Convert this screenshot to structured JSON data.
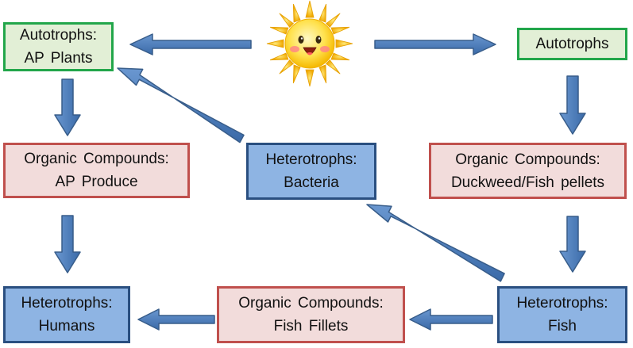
{
  "diagram": {
    "nodes": {
      "autotrophs_ap_plants": {
        "line1": "Autotrophs:",
        "line2": "AP Plants",
        "color": "#22a64a"
      },
      "autotrophs_right": {
        "line1": "Autotrophs",
        "color": "#22a64a"
      },
      "organic_ap_produce": {
        "line1": "Organic  Compounds:",
        "line2": "AP Produce",
        "color": "#c0504d"
      },
      "heterotrophs_bacteria": {
        "line1": "Heterotrophs:",
        "line2": "Bacteria",
        "color": "#2a4f80"
      },
      "organic_duckweed": {
        "line1": "Organic  Compounds:",
        "line2": "Duckweed/Fish pellets",
        "color": "#c0504d"
      },
      "heterotrophs_humans": {
        "line1": "Heterotrophs:",
        "line2": "Humans",
        "color": "#2a4f80"
      },
      "organic_fish_fillets": {
        "line1": "Organic  Compounds:",
        "line2": "Fish Fillets",
        "color": "#c0504d"
      },
      "heterotrophs_fish": {
        "line1": "Heterotrophs:",
        "line2": "Fish",
        "color": "#2a4f80"
      }
    },
    "edges": [
      {
        "from": "sun",
        "to": "autotrophs_ap_plants"
      },
      {
        "from": "sun",
        "to": "autotrophs_right"
      },
      {
        "from": "autotrophs_ap_plants",
        "to": "organic_ap_produce"
      },
      {
        "from": "organic_ap_produce",
        "to": "heterotrophs_humans"
      },
      {
        "from": "heterotrophs_bacteria",
        "to": "autotrophs_ap_plants"
      },
      {
        "from": "autotrophs_right",
        "to": "organic_duckweed"
      },
      {
        "from": "organic_duckweed",
        "to": "heterotrophs_fish"
      },
      {
        "from": "heterotrophs_fish",
        "to": "heterotrophs_bacteria"
      },
      {
        "from": "heterotrophs_fish",
        "to": "organic_fish_fillets"
      },
      {
        "from": "organic_fish_fillets",
        "to": "heterotrophs_humans"
      }
    ],
    "arrow_color": "#4f81bd",
    "sun_icon": "smiling-sun-icon"
  }
}
